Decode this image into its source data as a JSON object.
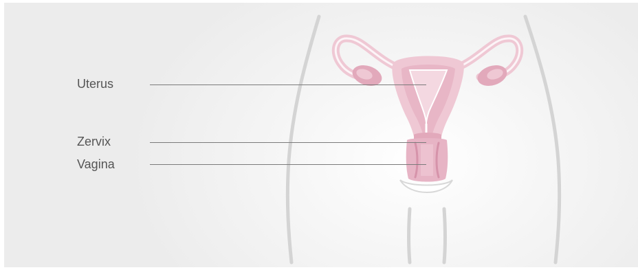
{
  "labels": {
    "uterus": "Uterus",
    "cervix": "Zervix",
    "vagina": "Vagina"
  },
  "colors": {
    "background": "#ececec",
    "body_outline": "#d4d4d4",
    "organ_pink": "#efc8d4",
    "organ_mid": "#e2a9bb",
    "organ_dark": "#cf8aa1",
    "label_text": "#555555",
    "leader_line": "#7a7a7a"
  }
}
